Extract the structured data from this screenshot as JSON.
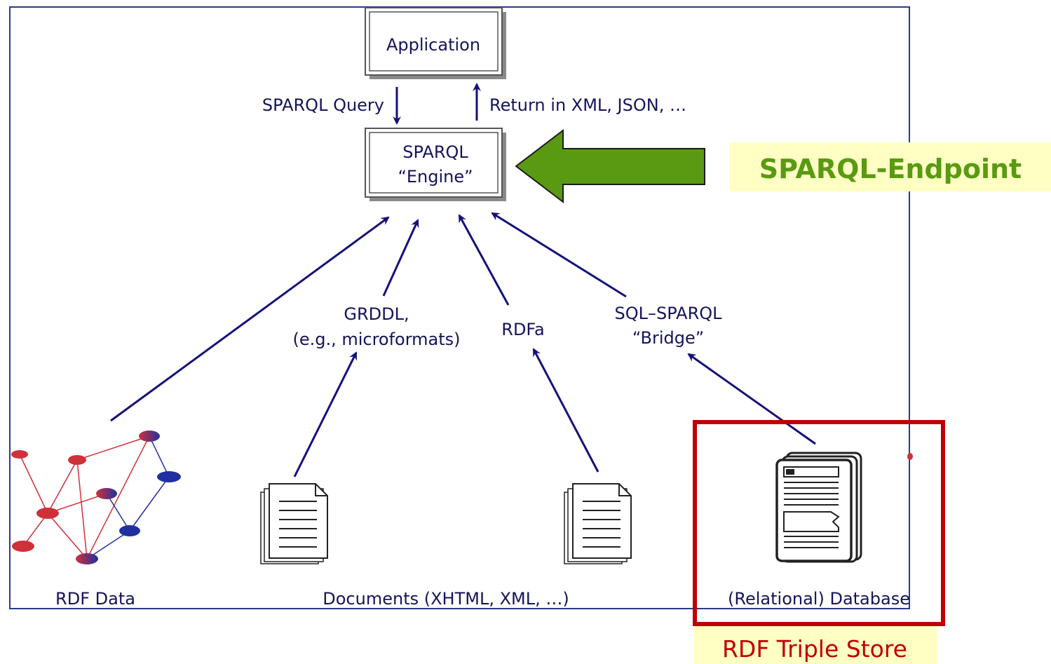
{
  "diagram": {
    "application": "Application",
    "sparql_query": "SPARQL Query",
    "return_format": "Return in XML, JSON, …",
    "engine_line1": "SPARQL",
    "engine_line2": "“Engine”",
    "grddl_line1": "GRDDL,",
    "grddl_line2": "(e.g., microformats)",
    "rdfa": "RDFa",
    "bridge_line1": "SQL–SPARQL",
    "bridge_line2": "“Bridge”",
    "rdf_data": "RDF Data",
    "documents": "Documents (XHTML, XML, …)",
    "database": "(Relational) Database"
  },
  "callouts": {
    "endpoint": "SPARQL-Endpoint",
    "triple_store": "RDF Triple Store"
  },
  "colors": {
    "diagram_ink": "#14145a",
    "arrow_navy": "#14107a",
    "endpoint_arrow": "#5a9a12",
    "endpoint_bg": "#ffffc4",
    "highlight_red": "#c00000",
    "graph_red": "#d0303a",
    "graph_blue": "#2030a0"
  },
  "icons": [
    "rdf-graph-icon",
    "document-stack-icon",
    "database-icon",
    "endpoint-arrow-icon"
  ]
}
